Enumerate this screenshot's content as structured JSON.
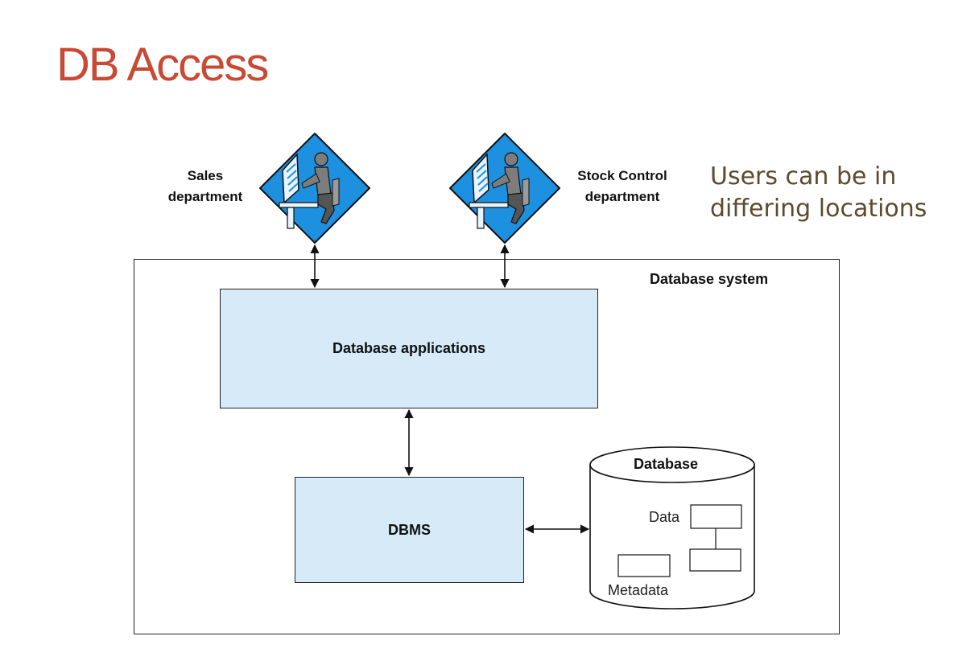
{
  "title": "DB Access",
  "note": {
    "line1": "Users can be in",
    "line2": "differing locations"
  },
  "users": [
    {
      "line1": "Sales",
      "line2": "department"
    },
    {
      "line1": "Stock Control",
      "line2": "department"
    }
  ],
  "diagram": {
    "system_label": "Database system",
    "applications_label": "Database applications",
    "dbms_label": "DBMS",
    "database_label": "Database",
    "data_label": "Data",
    "metadata_label": "Metadata"
  },
  "colors": {
    "title": "#c94a34",
    "box_fill": "#d6eaf8",
    "user_icon": "#1e90e0",
    "note_text": "#5e4a2c"
  }
}
